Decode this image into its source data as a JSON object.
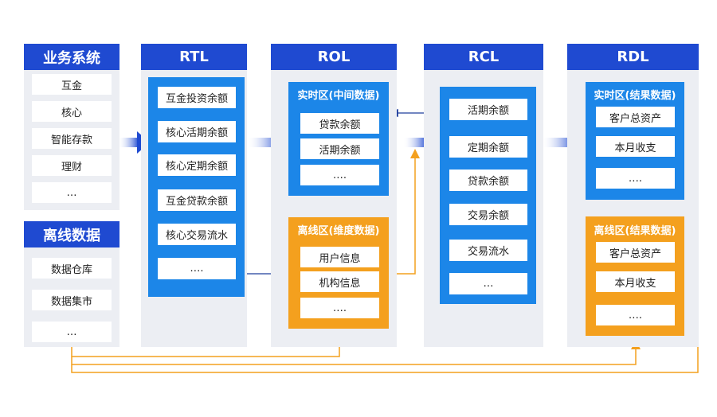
{
  "biz": {
    "title": "业务系统",
    "items": [
      "互金",
      "核心",
      "智能存款",
      "理财",
      "…"
    ]
  },
  "offline": {
    "title": "离线数据",
    "items": [
      "数据仓库",
      "数据集市",
      "…"
    ]
  },
  "rtl": {
    "title": "RTL",
    "items": [
      "互金投资余额",
      "核心活期余额",
      "核心定期余额",
      "互金贷款余额",
      "核心交易流水",
      "…."
    ]
  },
  "rol": {
    "title": "ROL",
    "realtime": {
      "title": "实时区(中间数据)",
      "items": [
        "贷款余额",
        "活期余额",
        "…."
      ]
    },
    "offline": {
      "title": "离线区(维度数据)",
      "items": [
        "用户信息",
        "机构信息",
        "…."
      ]
    }
  },
  "rcl": {
    "title": "RCL",
    "items": [
      "活期余额",
      "定期余额",
      "贷款余额",
      "交易余额",
      "交易流水",
      "…"
    ]
  },
  "rdl": {
    "title": "RDL",
    "realtime": {
      "title": "实时区(结果数据)",
      "items": [
        "客户总资产",
        "本月收支",
        "…."
      ]
    },
    "offline": {
      "title": "离线区(结果数据)",
      "items": [
        "客户总资产",
        "本月收支",
        "…."
      ]
    }
  },
  "colors": {
    "header": "#1f4ad1",
    "blue_panel": "#1c86e8",
    "orange_panel": "#f4a01e",
    "column_bg": "#eceef3"
  }
}
